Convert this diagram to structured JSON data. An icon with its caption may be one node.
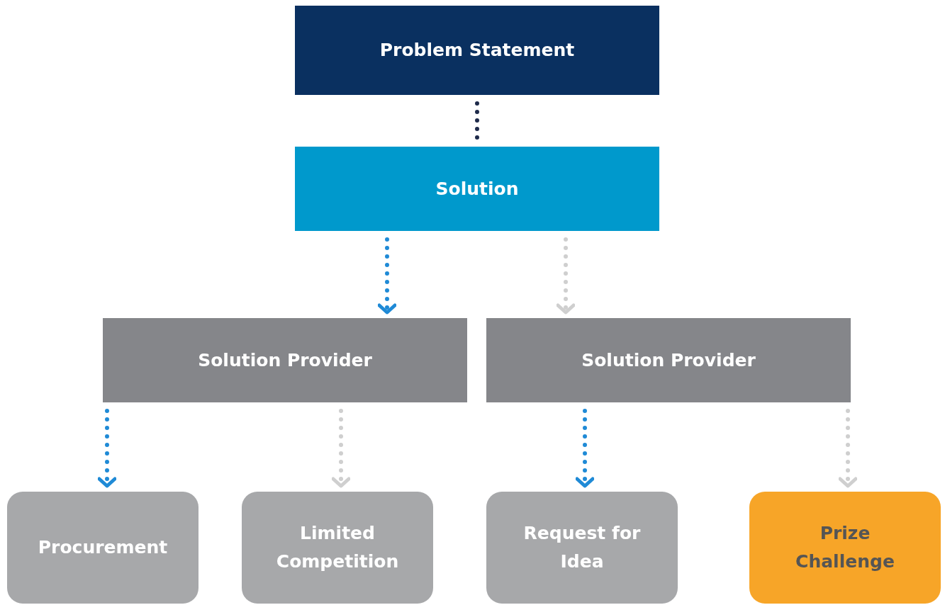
{
  "diagram": {
    "nodes": [
      {
        "text": [
          "Problem Statement"
        ]
      },
      {
        "text": [
          "Solution"
        ]
      },
      {
        "text": [
          "Solution Provider"
        ]
      },
      {
        "text": [
          "Solution Provider"
        ]
      },
      {
        "text": [
          "Procurement"
        ]
      },
      {
        "text": [
          "Limited Competition"
        ]
      },
      {
        "text": [
          "Request for Idea"
        ]
      },
      {
        "text": [
          "Prize Challenge"
        ]
      }
    ],
    "edges": [
      {
        "from": 0,
        "to": 1,
        "arrow": "none",
        "style": "dashed",
        "color": "#1e2a4a"
      },
      {
        "from": 1,
        "to": 2,
        "arrow": "to",
        "style": "dashed",
        "color": "#1f8ad6"
      },
      {
        "from": 1,
        "to": 3,
        "arrow": "to",
        "style": "dashed",
        "color": "#cfcfcf"
      },
      {
        "from": 2,
        "to": 4,
        "arrow": "to",
        "style": "dashed",
        "color": "#1f8ad6"
      },
      {
        "from": 2,
        "to": 5,
        "arrow": "to",
        "style": "dashed",
        "color": "#cfcfcf"
      },
      {
        "from": 3,
        "to": 6,
        "arrow": "to",
        "style": "dashed",
        "color": "#1f8ad6"
      },
      {
        "from": 3,
        "to": 7,
        "arrow": "to",
        "style": "dashed",
        "color": "#cfcfcf"
      }
    ]
  }
}
